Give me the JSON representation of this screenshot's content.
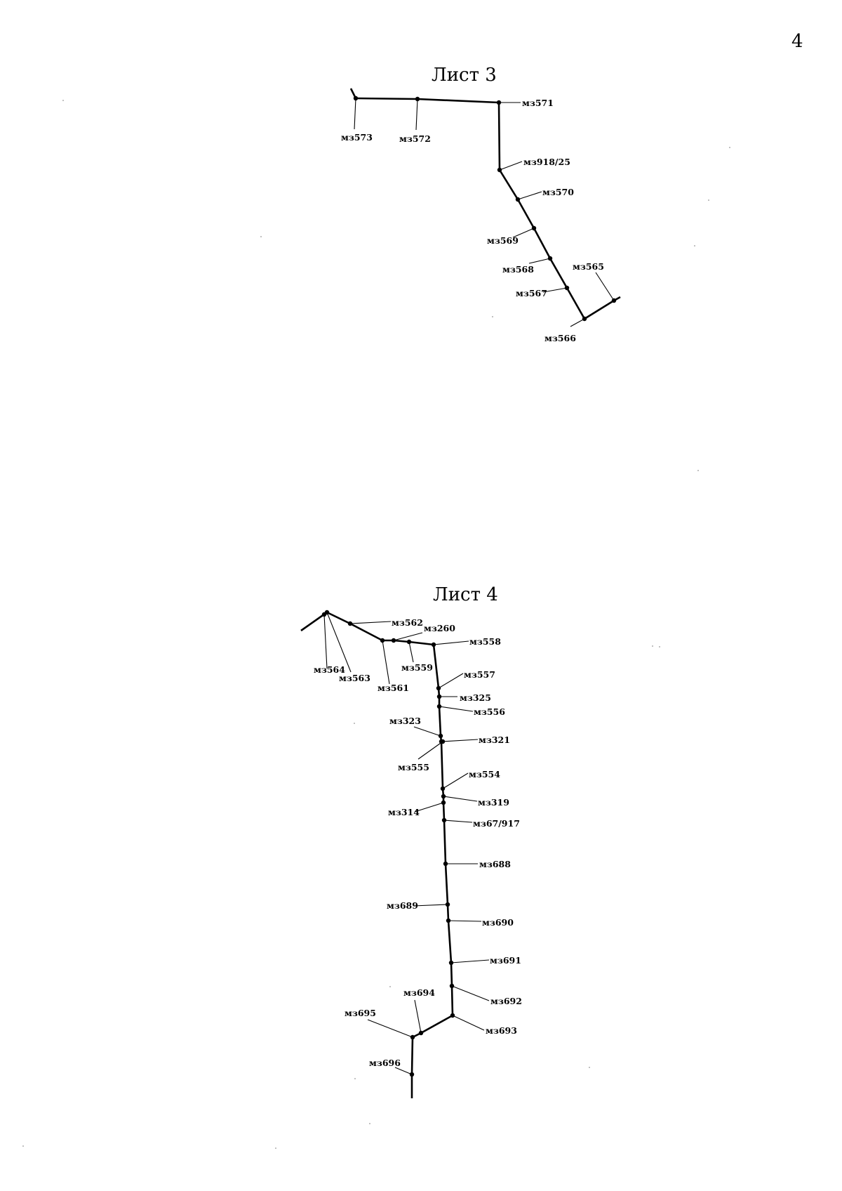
{
  "page_number": "4",
  "sheet3": {
    "title": "Лист 3",
    "points": [
      "мз573",
      "мз572",
      "мз571",
      "мз918/25",
      "мз570",
      "мз569",
      "мз568",
      "мз567",
      "мз566",
      "мз565"
    ]
  },
  "sheet4": {
    "title": "Лист 4",
    "points": [
      "мз562",
      "мз260",
      "мз558",
      "мз564",
      "мз563",
      "мз561",
      "мз559",
      "мз557",
      "мз325",
      "мз556",
      "мз323",
      "мз321",
      "мз555",
      "мз554",
      "мз319",
      "мз314",
      "мз67/917",
      "мз688",
      "мз689",
      "мз690",
      "мз691",
      "мз692",
      "мз693",
      "мз694",
      "мз695",
      "мз696"
    ]
  }
}
